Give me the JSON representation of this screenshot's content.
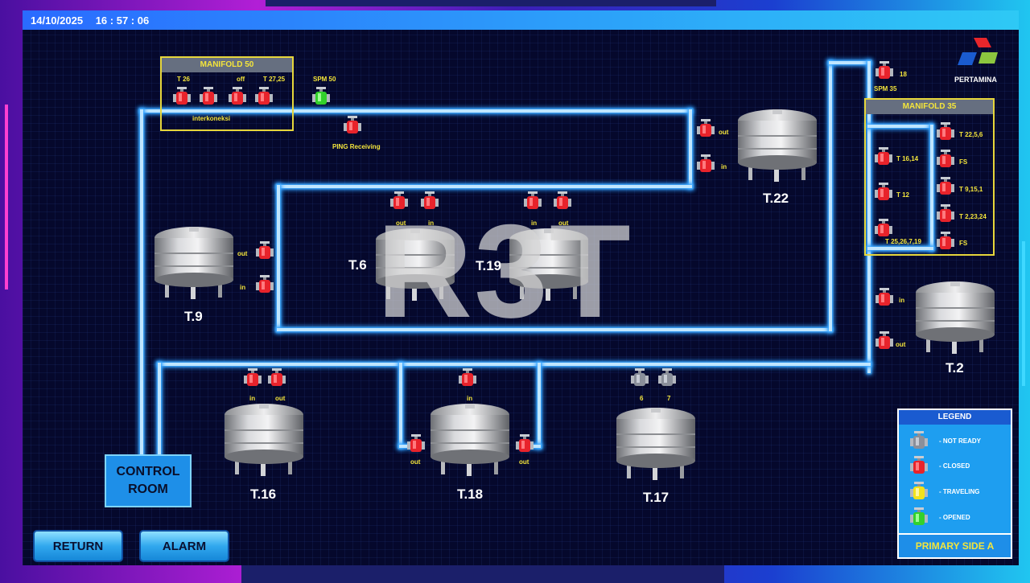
{
  "header": {
    "date": "14/10/2025",
    "time": "16 : 57 : 06"
  },
  "watermark": "R3T",
  "brand": {
    "name": "PERTAMINA",
    "colors": [
      "#e8262b",
      "#1a5bd0",
      "#8cc63f"
    ]
  },
  "manifold_50": {
    "title": "MANIFOLD 50",
    "labels": [
      "T 26",
      "off",
      "T 27,25"
    ],
    "interconnect": "interkoneksi",
    "spm_label": "SPM 50",
    "ping_label": "PING Receiving"
  },
  "manifold_35": {
    "title": "MANIFOLD 35",
    "right_labels": [
      "T 22,5,6",
      "FS",
      "T 9,15,1",
      "T 2,23,24",
      "FS"
    ],
    "left_labels": [
      "T 16,14",
      "T 12",
      "T 25,26,7,19"
    ],
    "spm_valve_label": "18",
    "spm_label": "SPM 35"
  },
  "valve_labels": {
    "out": "out",
    "in": "in",
    "six": "6",
    "seven": "7"
  },
  "tanks": {
    "t22": "T.22",
    "t9": "T.9",
    "t6": "T.6",
    "t19": "T.19",
    "t2": "T.2",
    "t16": "T.16",
    "t18": "T.18",
    "t17": "T.17"
  },
  "control_room": {
    "line1": "CONTROL",
    "line2": "ROOM"
  },
  "buttons": {
    "return": "RETURN",
    "alarm": "ALARM"
  },
  "legend": {
    "title": "LEGEND",
    "items": [
      {
        "label": "- NOT READY",
        "status": "not-ready",
        "color": "#8a8f9a"
      },
      {
        "label": "- CLOSED",
        "status": "closed",
        "color": "#e8232b"
      },
      {
        "label": "- TRAVELING",
        "status": "traveling",
        "color": "#f2e21c"
      },
      {
        "label": "- OPENED",
        "status": "opened",
        "color": "#33d12b"
      }
    ],
    "footer": "PRIMARY SIDE A"
  }
}
